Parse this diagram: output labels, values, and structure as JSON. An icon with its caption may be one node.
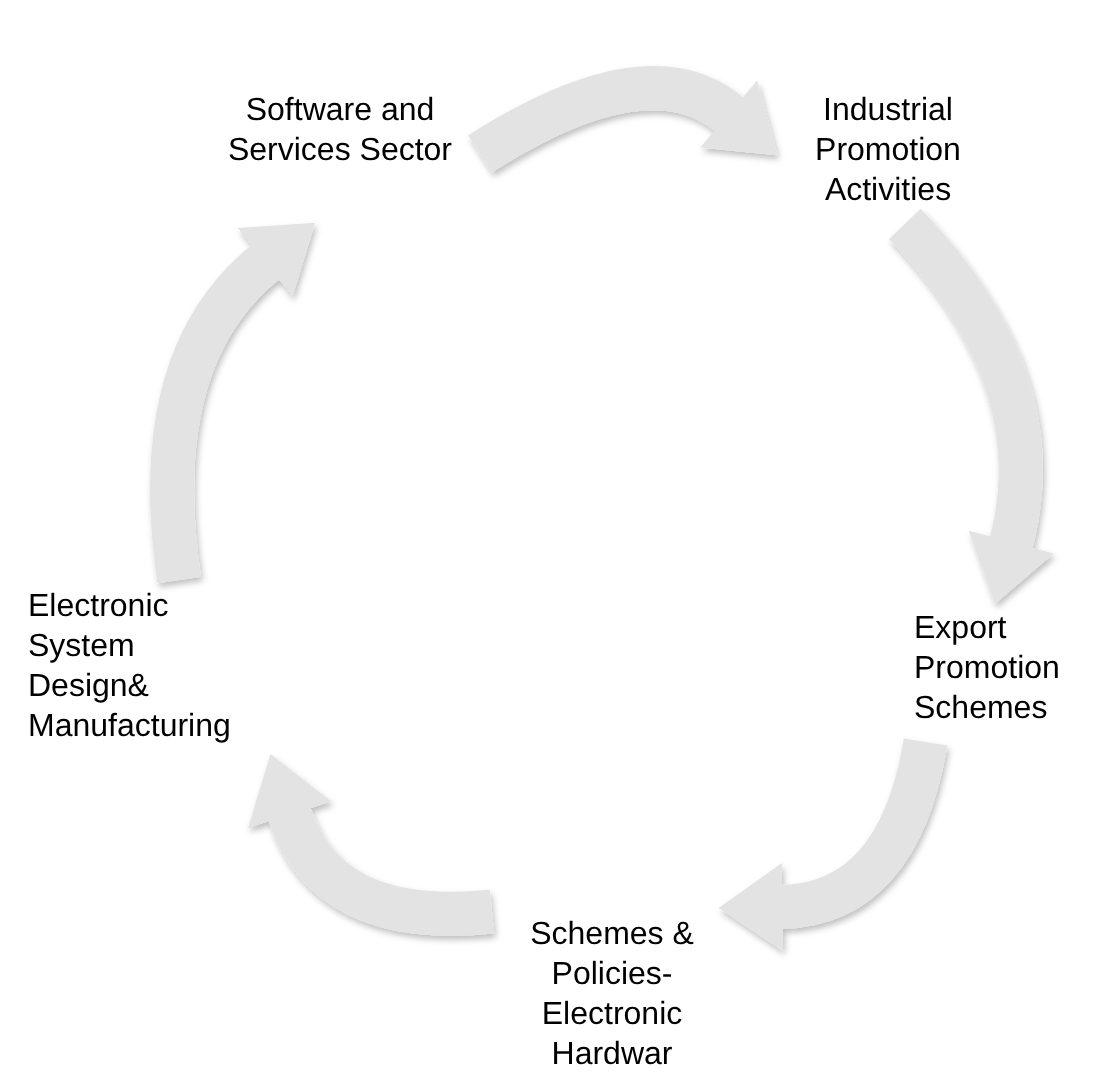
{
  "diagram": {
    "nodes": [
      {
        "text": [
          "Software and Services Sector"
        ]
      },
      {
        "text": [
          "Industrial Promotion Activities"
        ]
      },
      {
        "text": [
          "Export Promotion Schemes"
        ]
      },
      {
        "text": [
          "Schemes & Policies- Electronic Hardwar"
        ]
      },
      {
        "text": [
          "Electronic System Design& Manufacturing"
        ]
      }
    ],
    "edges": [
      {
        "from": 0,
        "to": 1,
        "arrow": "to"
      },
      {
        "from": 1,
        "to": 2,
        "arrow": "to"
      },
      {
        "from": 2,
        "to": 3,
        "arrow": "to"
      },
      {
        "from": 3,
        "to": 4,
        "arrow": "to"
      },
      {
        "from": 4,
        "to": 0,
        "arrow": "to"
      }
    ]
  }
}
